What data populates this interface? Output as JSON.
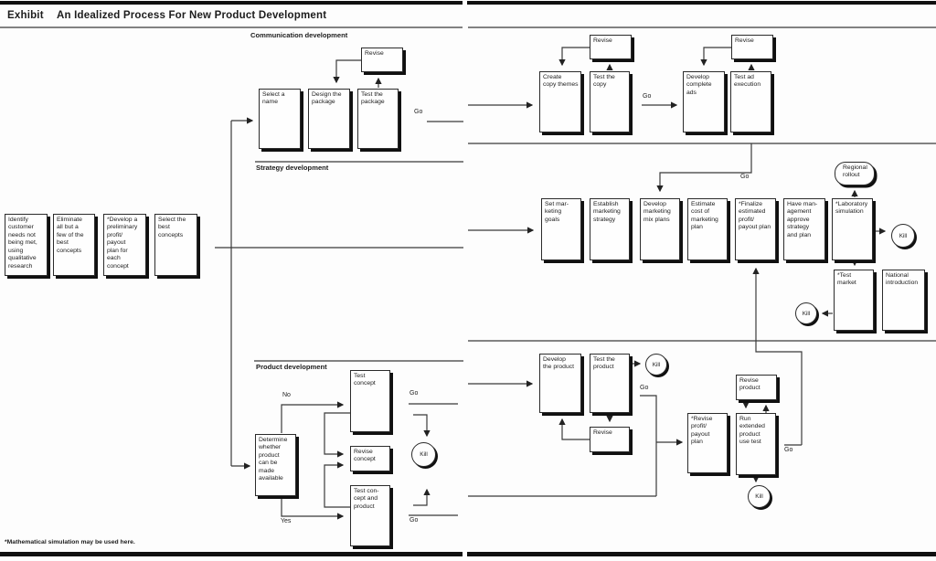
{
  "title": {
    "exhibit": "Exhibit",
    "heading": "An Idealized Process For New Product Development"
  },
  "sections": {
    "communication": "Communication development",
    "strategy": "Strategy development",
    "product": "Product development"
  },
  "labels": {
    "go": "Go",
    "kill": "Kill",
    "no": "No",
    "yes": "Yes"
  },
  "footnote": "*Mathematical simulation may be used here.",
  "colors": {
    "ink": "#1c1c1c",
    "line": "#3a3a3a",
    "paper": "#fdfdfd",
    "shadow": "#101010"
  },
  "nodes": {
    "identify_customer": "Identify\ncustomer\nneeds not\nbeing met,\nusing\nqualitative\nresearch",
    "eliminate_concepts": "Eliminate\nall but a\nfew of the\nbest\nconcepts",
    "develop_preliminary_plan": "*Develop a\npreliminary\nprofit/\npayout\nplan for\neach\nconcept",
    "select_best_concepts": "Select the\nbest\nconcepts",
    "select_name": "Select a\nname",
    "design_package": "Design the\npackage",
    "test_package": "Test the\npackage",
    "revise": "Revise",
    "create_copy_themes": "Create\ncopy themes",
    "test_copy": "Test the\ncopy",
    "develop_complete_ads": "Develop\ncomplete\nads",
    "test_ad_execution": "Test ad\nexecution",
    "set_marketing_goals": "Set mar-\nketing\ngoals",
    "establish_marketing_strategy": "Establish\nmarketing\nstrategy",
    "develop_marketing_mix_plans": "Develop\nmarketing\nmix plans",
    "estimate_cost": "Estimate\ncost of\nmarketing\nplan",
    "finalize_profit_plan": "*Finalize\nestimated\nprofit/\npayout plan",
    "management_approve": "Have man-\nagement\napprove\nstrategy\nand plan",
    "laboratory_simulation": "*Laboratory\nsimulation",
    "regional_rollout": "Regional\nrollout",
    "test_market": "*Test\nmarket",
    "national_introduction": "National\nintroduction",
    "determine_product": "Determine\nwhether\nproduct\ncan be\nmade\navailable",
    "test_concept": "Test\nconcept",
    "revise_concept": "Revise\nconcept",
    "test_concept_product": "Test con-\ncept and\nproduct",
    "develop_product": "Develop\nthe product",
    "test_product": "Test the\nproduct",
    "revise_profit_plan": "*Revise\nprofit/\npayout\nplan",
    "run_extended_test": "Run\nextended\nproduct\nuse test",
    "revise_product": "Revise\nproduct"
  }
}
